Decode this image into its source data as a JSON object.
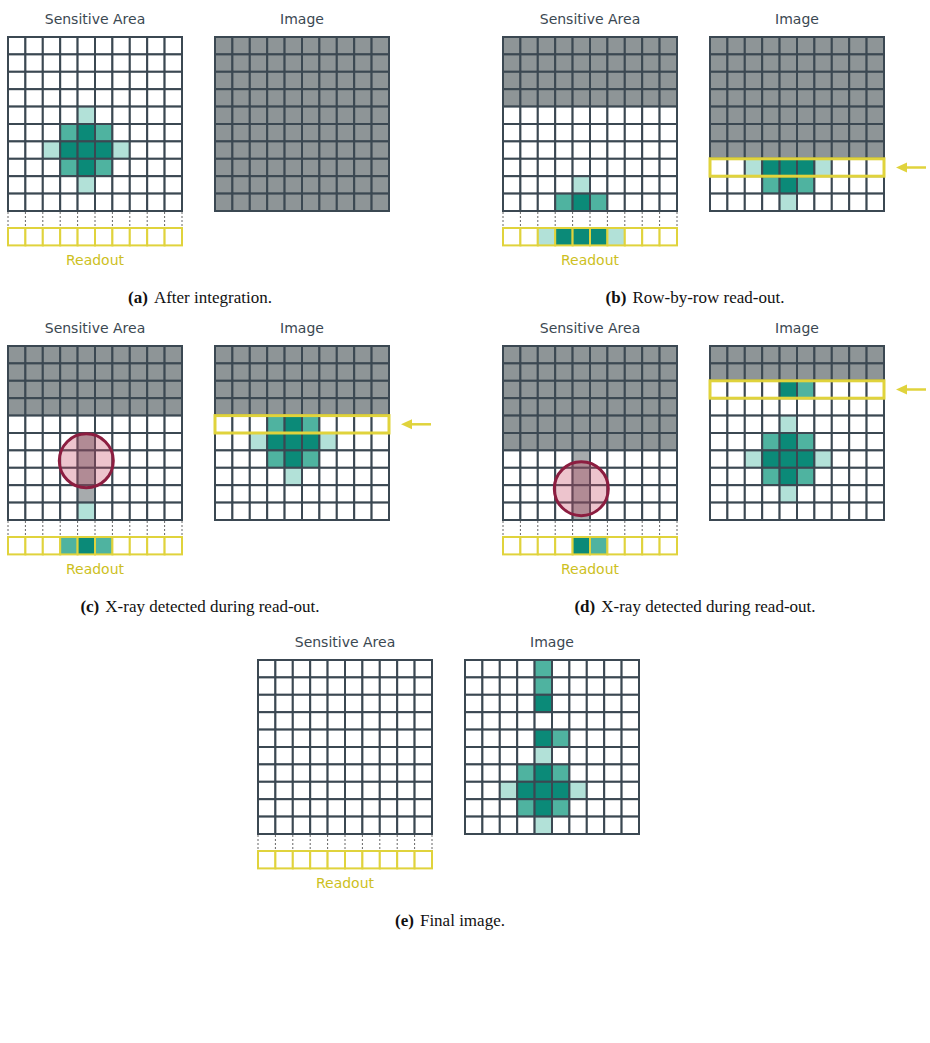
{
  "diagram": {
    "labels": [
      "Sensitive Area",
      "Image",
      "Readout",
      "(a)",
      "After integration.",
      "Sensitive Area",
      "Image",
      "Readout",
      "(b)",
      "Row-by-row read-out.",
      "Sensitive Area",
      "Image",
      "Readout",
      "(c)",
      "X-ray detected during read-out.",
      "Sensitive Area",
      "Image",
      "Readout",
      "(d)",
      "X-ray detected during read-out.",
      "Sensitive Area",
      "Image",
      "Readout",
      "(e)",
      "Final image."
    ]
  }
}
